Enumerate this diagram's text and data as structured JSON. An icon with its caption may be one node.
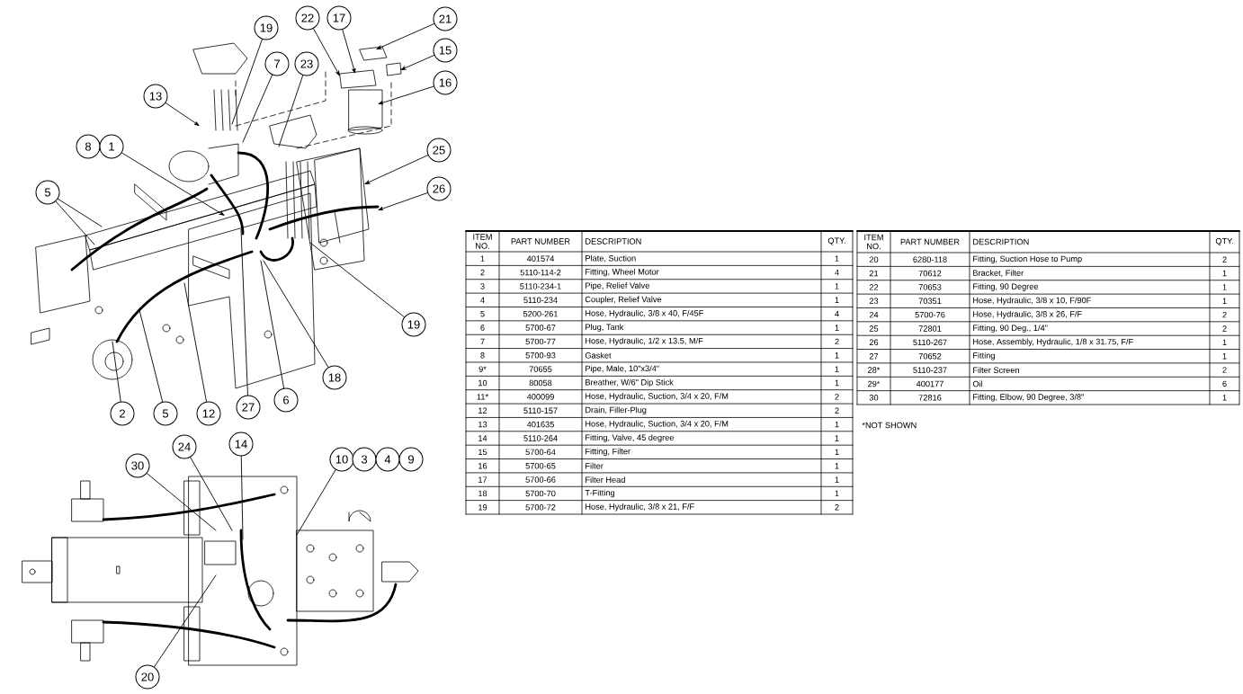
{
  "diagram": {
    "nodes": [
      {
        "text": [
          "19"
        ]
      },
      {
        "text": [
          "22"
        ]
      },
      {
        "text": [
          "17"
        ]
      },
      {
        "text": [
          "21"
        ]
      },
      {
        "text": [
          "7"
        ]
      },
      {
        "text": [
          "23"
        ]
      },
      {
        "text": [
          "15"
        ]
      },
      {
        "text": [
          "16"
        ]
      },
      {
        "text": [
          "13"
        ]
      },
      {
        "text": [
          "8"
        ]
      },
      {
        "text": [
          "1"
        ]
      },
      {
        "text": [
          "25"
        ]
      },
      {
        "text": [
          "5"
        ]
      },
      {
        "text": [
          "26"
        ]
      },
      {
        "text": [
          "19"
        ]
      },
      {
        "text": [
          "18"
        ]
      },
      {
        "text": [
          "2"
        ]
      },
      {
        "text": [
          "5"
        ]
      },
      {
        "text": [
          "12"
        ]
      },
      {
        "text": [
          "27"
        ]
      },
      {
        "text": [
          "6"
        ]
      },
      {
        "text": [
          "24"
        ]
      },
      {
        "text": [
          "14"
        ]
      },
      {
        "text": [
          "30"
        ]
      },
      {
        "text": [
          "10"
        ]
      },
      {
        "text": [
          "3"
        ]
      },
      {
        "text": [
          "4"
        ]
      },
      {
        "text": [
          "9"
        ]
      },
      {
        "text": [
          "20"
        ]
      }
    ],
    "edges": [
      {
        "from": 0,
        "to": null,
        "arrow": "none"
      },
      {
        "from": 1,
        "to": null,
        "arrow": "to"
      },
      {
        "from": 2,
        "to": null,
        "arrow": "to"
      },
      {
        "from": 3,
        "to": null,
        "arrow": "to"
      },
      {
        "from": 4,
        "to": null,
        "arrow": "none"
      },
      {
        "from": 5,
        "to": null,
        "arrow": "none"
      },
      {
        "from": 6,
        "to": null,
        "arrow": "to"
      },
      {
        "from": 7,
        "to": null,
        "arrow": "to"
      },
      {
        "from": 8,
        "to": null,
        "arrow": "to"
      },
      {
        "from": 10,
        "to": null,
        "arrow": "to"
      },
      {
        "from": 11,
        "to": null,
        "arrow": "to"
      },
      {
        "from": 12,
        "to": null,
        "arrow": "none"
      },
      {
        "from": 12,
        "to": null,
        "arrow": "none"
      },
      {
        "from": 13,
        "to": null,
        "arrow": "to"
      },
      {
        "from": 14,
        "to": null,
        "arrow": "none"
      },
      {
        "from": 15,
        "to": null,
        "arrow": "none"
      },
      {
        "from": 16,
        "to": null,
        "arrow": "none"
      },
      {
        "from": 17,
        "to": null,
        "arrow": "none"
      },
      {
        "from": 18,
        "to": null,
        "arrow": "none"
      },
      {
        "from": 19,
        "to": null,
        "arrow": "none"
      },
      {
        "from": 20,
        "to": null,
        "arrow": "none"
      },
      {
        "from": 21,
        "to": null,
        "arrow": "none"
      },
      {
        "from": 22,
        "to": null,
        "arrow": "none"
      },
      {
        "from": 23,
        "to": null,
        "arrow": "none"
      },
      {
        "from": 24,
        "to": null,
        "arrow": "none"
      },
      {
        "from": 28,
        "to": null,
        "arrow": "none"
      }
    ],
    "labels": [
      "ITEM NO.",
      "PART NUMBER",
      "DESCRIPTION",
      "QTY.",
      "1",
      "401574",
      "Plate, Suction",
      "1",
      "2",
      "5110-114-2",
      "Fitting, Wheel Motor",
      "4",
      "3",
      "5110-234-1",
      "Pipe, Relief Valve",
      "1",
      "4",
      "5110-234",
      "Coupler, Relief Valve",
      "1",
      "5",
      "5200-261",
      "Hose, Hydraulic, 3/8 x 40, F/45F",
      "4",
      "6",
      "5700-67",
      "Plug, Tank",
      "1",
      "7",
      "5700-77",
      "Hose, Hydraulic, 1/2 x 13.5, M/F",
      "2",
      "8",
      "5700-93",
      "Gasket",
      "1",
      "9*",
      "70655",
      "Pipe, Male, 10\"x3/4\"",
      "1",
      "10",
      "80058",
      "Breather, W/6\" Dip Stick",
      "1",
      "11*",
      "400099",
      "Hose, Hydraulic, Suction, 3/4 x 20, F/M",
      "2",
      "12",
      "5110-157",
      "Drain, Filler-Plug",
      "2",
      "13",
      "401635",
      "Hose, Hydraulic, Suction, 3/4 x 20, F/M",
      "1",
      "14",
      "5110-264",
      "Fitting, Valve, 45 degree",
      "1",
      "15",
      "5700-64",
      "Fitting, Filter",
      "1",
      "16",
      "5700-65",
      "Filter",
      "1",
      "17",
      "5700-66",
      "Filter Head",
      "1",
      "18",
      "5700-70",
      "T-Fitting",
      "1",
      "19",
      "5700-72",
      "Hose, Hydraulic, 3/8 x 21, F/F",
      "2",
      "ITEM NO.",
      "PART NUMBER",
      "DESCRIPTION",
      "QTY.",
      "20",
      "6280-118",
      "Fitting, Suction Hose to Pump",
      "2",
      "21",
      "70612",
      "Bracket, Filter",
      "1",
      "22",
      "70653",
      "Fitting, 90 Degree",
      "1",
      "23",
      "70351",
      "Hose, Hydraulic, 3/8 x 10, F/90F",
      "1",
      "24",
      "5700-76",
      "Hose, Hydraulic, 3/8 x 26, F/F",
      "2",
      "25",
      "72801",
      "Fitting, 90 Deg., 1/4\"",
      "2",
      "26",
      "5110-267",
      "Hose, Assembly, Hydraulic, 1/8 x 31.75, F/F",
      "1",
      "27",
      "70652",
      "Fitting",
      "1",
      "28*",
      "5110-237",
      "Filter Screen",
      "2",
      "29*",
      "400177",
      "Oil",
      "6",
      "30",
      "72816",
      "Fitting, Elbow, 90 Degree,  3/8\"",
      "1",
      "*NOT SHOWN"
    ]
  }
}
